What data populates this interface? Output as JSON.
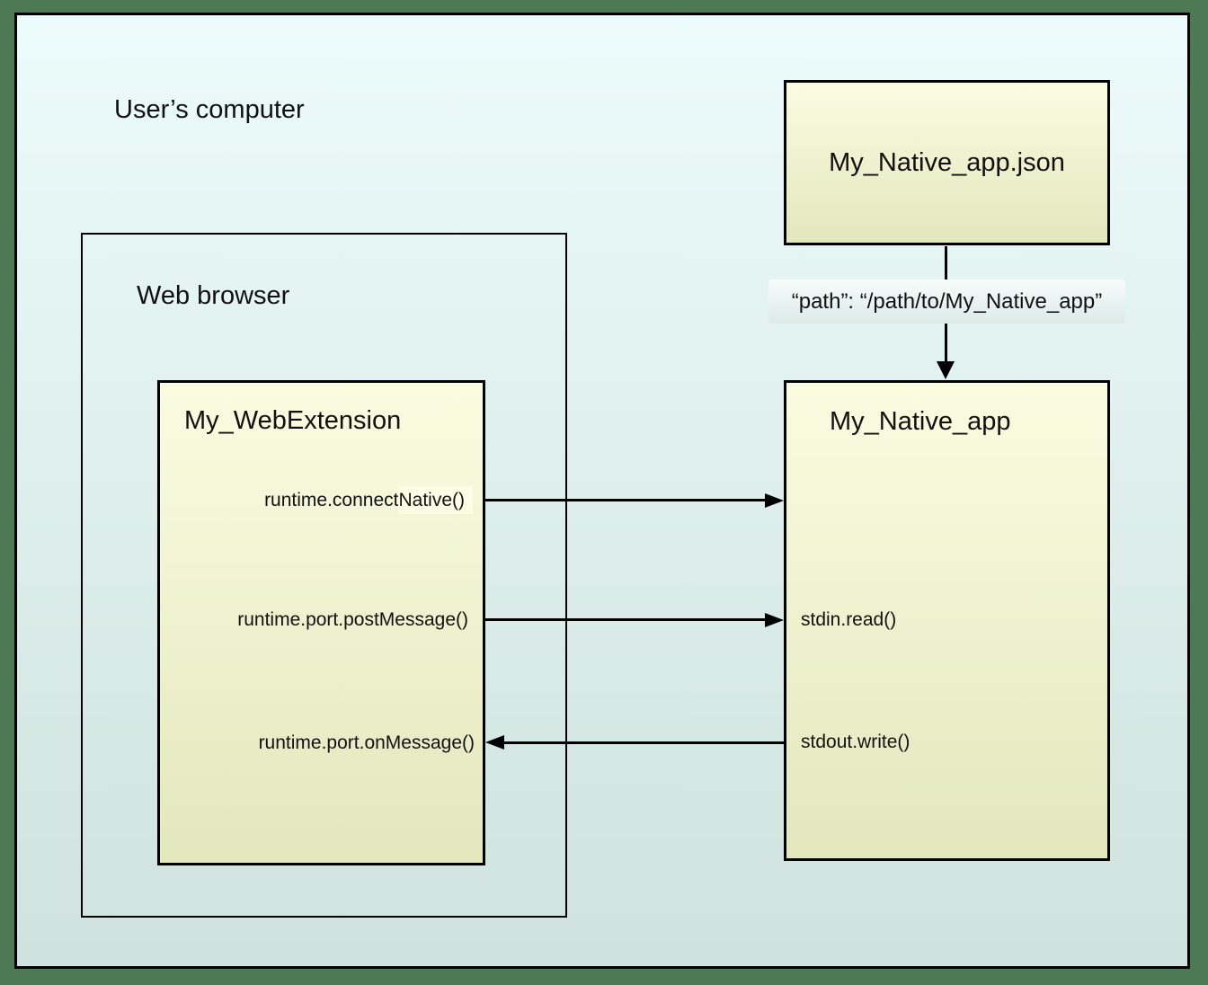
{
  "colors": {
    "frame_green": "#4d7a52",
    "canvas_top": "#ecfbfb",
    "canvas_bottom": "#cfe2dd",
    "box_yellow_top": "#fafce1",
    "box_yellow_bottom": "#e3e7bc",
    "highlight_yellow": "#fdfde6",
    "path_label_top": "#f8fcfb",
    "path_label_bottom": "#dcebe8",
    "line_black": "#000000"
  },
  "labels": {
    "users_computer": "User’s computer",
    "web_browser": "Web browser",
    "path_mapping": "“path”: “/path/to/My_Native_app”"
  },
  "extension": {
    "title": "My_WebExtension",
    "connect_native_prefix": "runtime.connect",
    "connect_native_highlight": "Native()",
    "post_message": "runtime.port.postMessage()",
    "on_message": "runtime.port.onMessage()"
  },
  "manifest": {
    "title": "My_Native_app.json"
  },
  "native_app": {
    "title": "My_Native_app",
    "stdin": "stdin.read()",
    "stdout": "stdout.write()"
  }
}
